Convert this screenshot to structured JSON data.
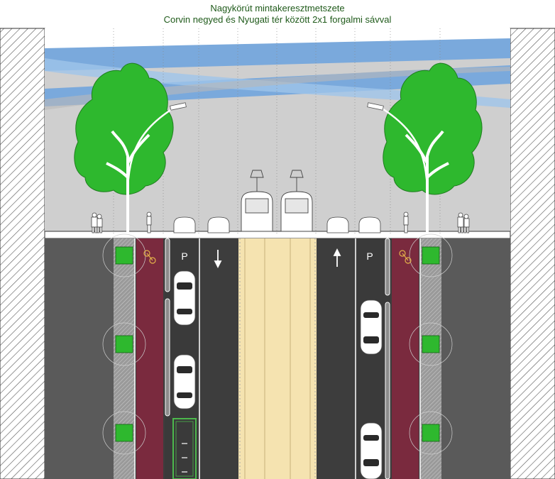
{
  "diagram": {
    "title": "Nagykörút mintakeresztmetszete",
    "subtitle": "Corvin negyed és Nyugati tér között 2x1 forgalmi sávval",
    "parking_label_left": "P",
    "parking_label_right": "P",
    "colors": {
      "asphalt": "#3d3d3d",
      "sidewalk": "#5a5a5a",
      "bike_lane": "#7a2a3e",
      "tram_track": "#f5e3b0",
      "tree_green": "#2eb82e",
      "sky": "#d0d0d0",
      "sky_band": "#7aa9dc",
      "lane_green": "#4cb84c"
    },
    "icons": [
      "tree-icon",
      "street-lamp-icon",
      "tram-icon",
      "car-icon",
      "bicycle-icon",
      "pedestrian-icon",
      "direction-arrow-icon"
    ]
  }
}
